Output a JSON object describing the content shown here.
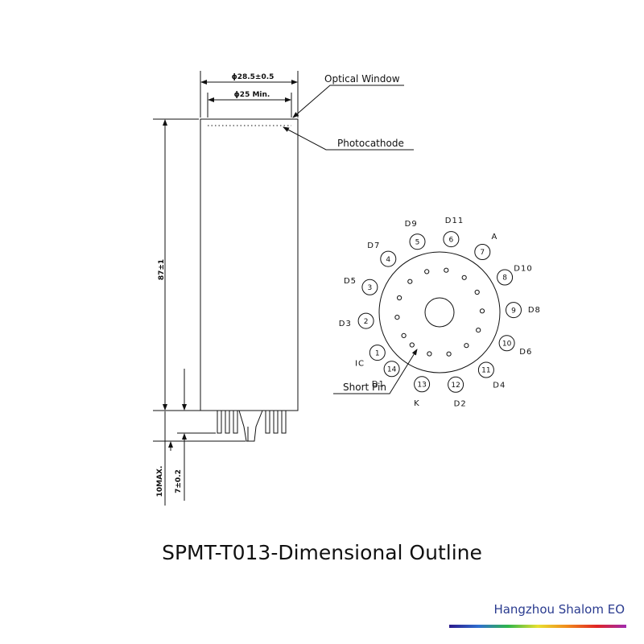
{
  "dimensions": {
    "outer_diameter": "ϕ28.5±0.5",
    "window_diameter": "ϕ25 Min.",
    "length": "87±1",
    "pin_max": "10MAX.",
    "base": "7±0.2"
  },
  "callouts": {
    "optical_window": "Optical Window",
    "photocathode": "Photocathode",
    "short_pin": "Short Pin"
  },
  "pins": [
    {
      "num": "1",
      "label": "IC"
    },
    {
      "num": "2",
      "label": "D3"
    },
    {
      "num": "3",
      "label": "D5"
    },
    {
      "num": "4",
      "label": "D7"
    },
    {
      "num": "5",
      "label": "D9"
    },
    {
      "num": "6",
      "label": "D11"
    },
    {
      "num": "7",
      "label": "A"
    },
    {
      "num": "8",
      "label": "D10"
    },
    {
      "num": "9",
      "label": "D8"
    },
    {
      "num": "10",
      "label": "D6"
    },
    {
      "num": "11",
      "label": "D4"
    },
    {
      "num": "12",
      "label": "D2"
    },
    {
      "num": "13",
      "label": "K"
    },
    {
      "num": "14",
      "label": "D1"
    }
  ],
  "title": "SPMT-T013-Dimensional Outline",
  "brand": {
    "name": "Hangzhou Shalom EO",
    "bar_colors": [
      "#2b1a8c",
      "#2f6fd0",
      "#2fb64a",
      "#e8e030",
      "#f08a1c",
      "#e02424",
      "#a02ab0"
    ]
  }
}
